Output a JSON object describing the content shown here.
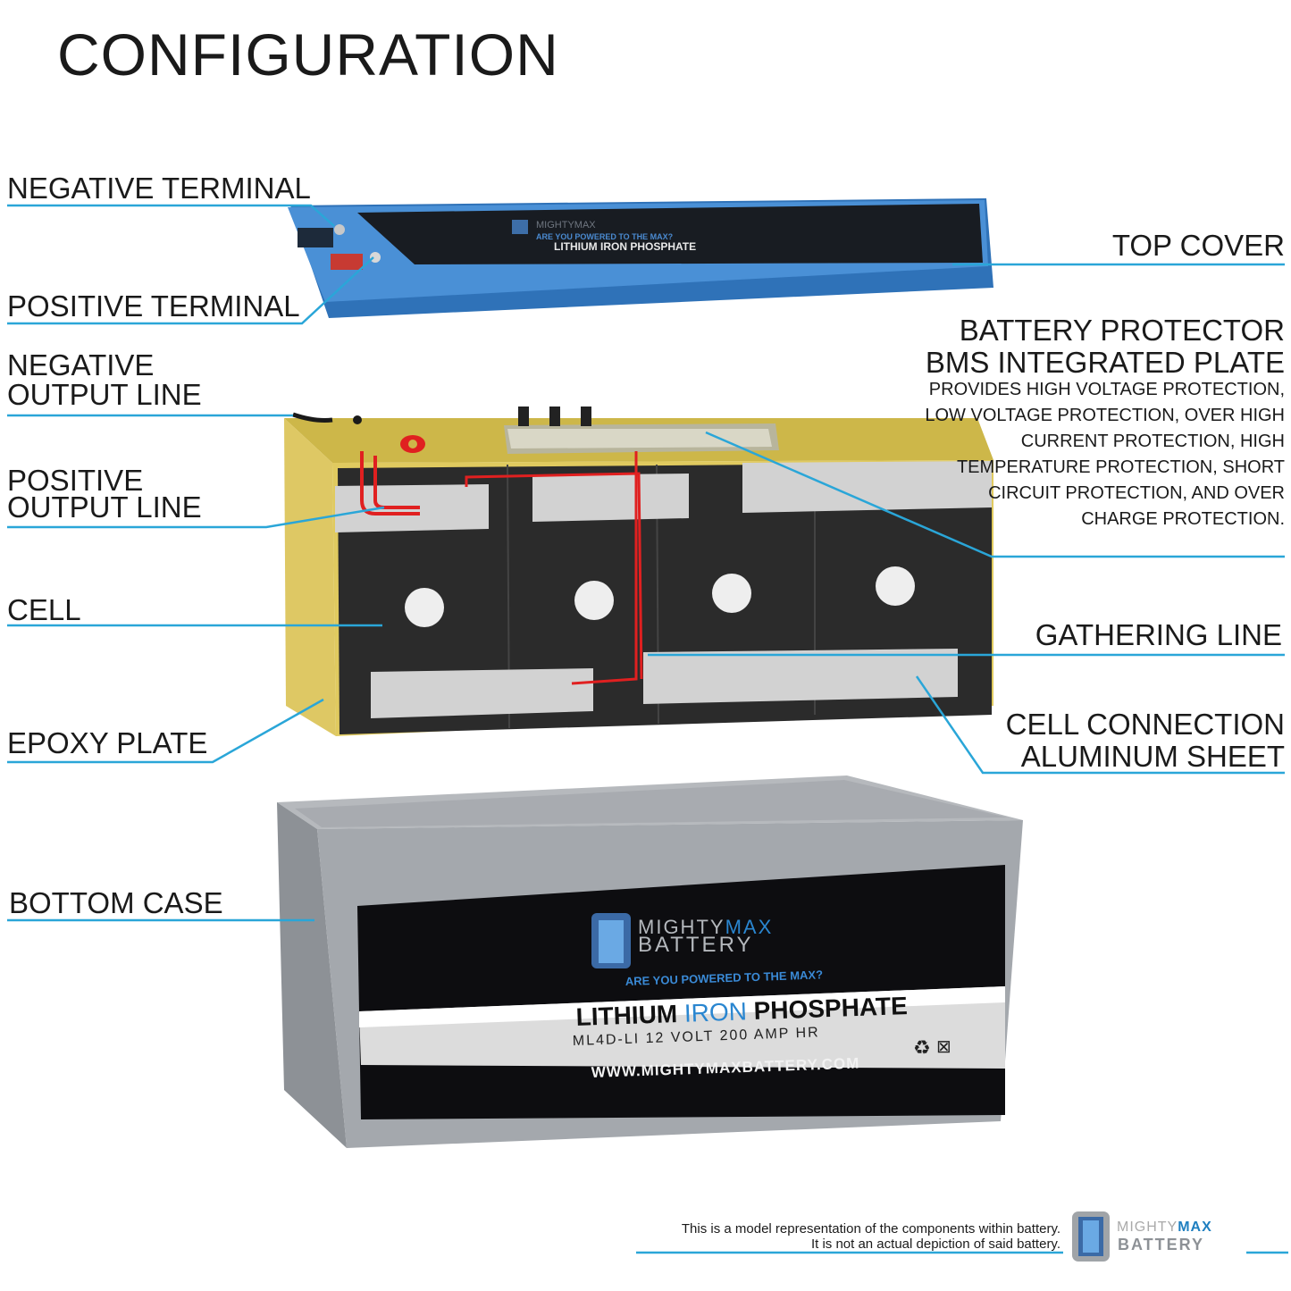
{
  "title": "CONFIGURATION",
  "labels": {
    "negative_terminal": "NEGATIVE TERMINAL",
    "positive_terminal": "POSITIVE TERMINAL",
    "negative_output_line": [
      "NEGATIVE",
      "OUTPUT LINE"
    ],
    "positive_output_line": [
      "POSITIVE",
      "OUTPUT LINE"
    ],
    "cell": "CELL",
    "epoxy_plate": "EPOXY PLATE",
    "bottom_case": "BOTTOM CASE",
    "top_cover": "TOP COVER",
    "bms": [
      "BATTERY PROTECTOR",
      "BMS INTEGRATED PLATE"
    ],
    "bms_description": "PROVIDES HIGH VOLTAGE PROTECTION, LOW VOLTAGE PROTECTION, OVER HIGH CURRENT PROTECTION, HIGH TEMPERATURE PROTECTION, SHORT CIRCUIT PROTECTION, AND OVER CHARGE PROTECTION.",
    "gathering_line": "GATHERING LINE",
    "cell_connection": [
      "CELL CONNECTION",
      "ALUMINUM SHEET"
    ]
  },
  "case_label": {
    "brand_1": "MIGHTY",
    "brand_1b": "MAX",
    "brand_2": "BATTERY",
    "tagline": "ARE YOU POWERED TO THE MAX?",
    "chem_1": "LITHIUM",
    "chem_2": "IRON",
    "chem_3": "PHOSPHATE",
    "model": "ML4D-LI 12 VOLT 200 AMP HR",
    "website": "WWW.MIGHTYMAXBATTERY.COM"
  },
  "lid_label": {
    "tagline": "ARE YOU POWERED TO THE MAX?",
    "chem": "LITHIUM IRON PHOSPHATE"
  },
  "footer": {
    "disclaimer_1": "This is a model representation of the components within battery.",
    "disclaimer_2": "It is not an actual depiction of said battery.",
    "brand_a": "MIGHTY",
    "brand_b": "MAX",
    "brand_c": "BATTERY"
  },
  "colors": {
    "leader": "#2aa6d8",
    "lid": "#3d83c6",
    "epoxy": "#d9c35a",
    "cell": "#2a2a2a",
    "case": "#9ea2a7",
    "wire": "#e02020"
  }
}
